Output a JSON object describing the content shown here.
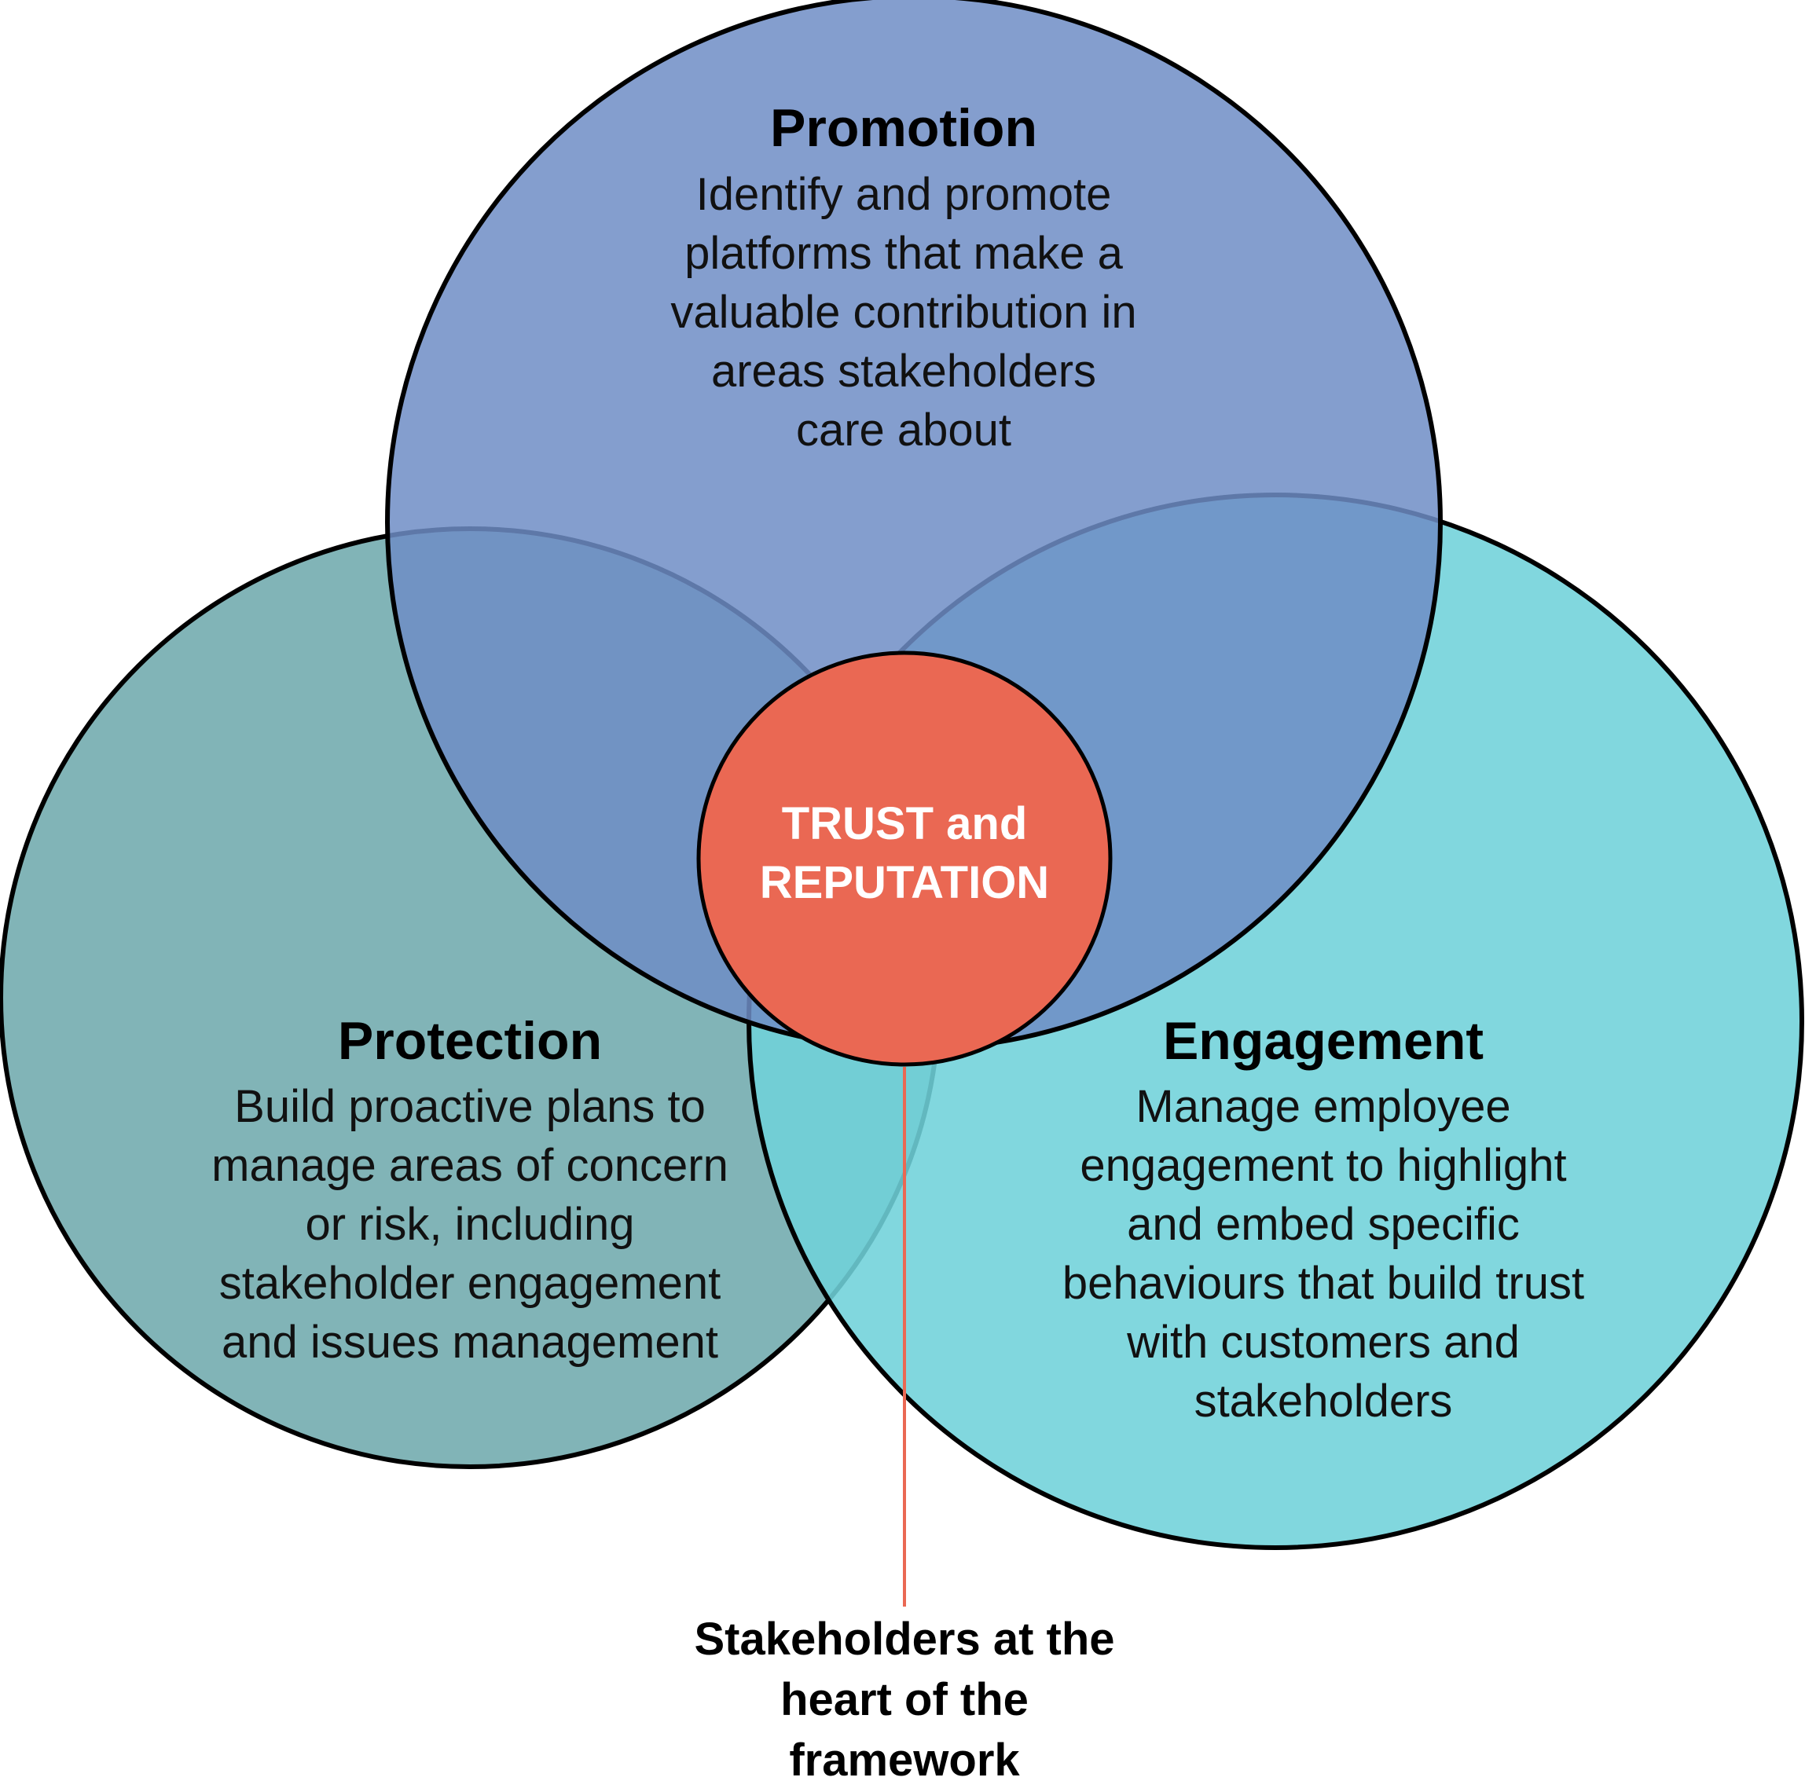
{
  "colors": {
    "promotion": "#6E8DC5",
    "protection": "#6BA7AA",
    "engagement": "#6FD2DA",
    "center": "#EA6853",
    "connector": "#EA6853",
    "outline": "#000000"
  },
  "promotion": {
    "title": "Promotion",
    "lines": [
      "Identify and promote",
      "platforms that make a",
      "valuable contribution in",
      "areas stakeholders",
      "care about"
    ]
  },
  "protection": {
    "title": "Protection",
    "lines": [
      "Build proactive plans to",
      "manage areas of concern",
      "or risk, including",
      "stakeholder engagement",
      "and issues management"
    ]
  },
  "engagement": {
    "title": "Engagement",
    "lines": [
      "Manage employee",
      "engagement to highlight",
      "and embed specific",
      "behaviours that build trust",
      "with customers and",
      "stakeholders"
    ]
  },
  "center": {
    "lines": [
      "TRUST and",
      "REPUTATION"
    ]
  },
  "footer": {
    "lines": [
      "Stakeholders at the",
      "heart of the",
      "framework"
    ]
  }
}
